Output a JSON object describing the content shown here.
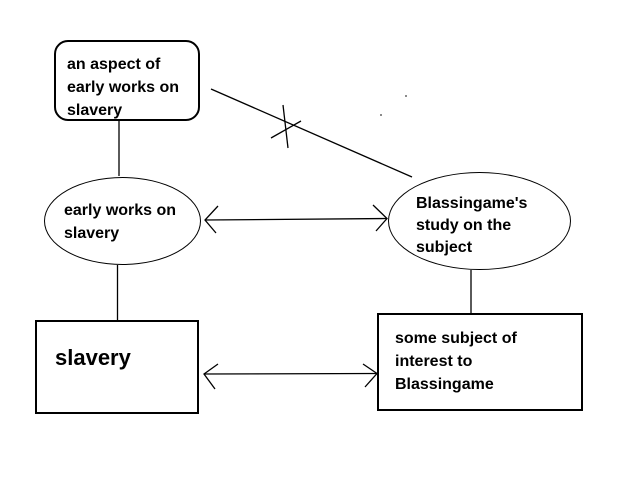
{
  "diagram": {
    "background": "#ffffff",
    "stroke_color": "#000000",
    "nodes": {
      "aspect": {
        "shape": "rounded-rectangle",
        "lines": [
          "an aspect of",
          "early works on",
          "slavery"
        ]
      },
      "early_works": {
        "shape": "ellipse",
        "lines": [
          "early works on",
          "slavery"
        ]
      },
      "blassingame_study": {
        "shape": "ellipse",
        "lines": [
          "Blassingame's",
          "study on the",
          "subject"
        ]
      },
      "slavery": {
        "shape": "rectangle",
        "lines": [
          "slavery"
        ]
      },
      "subject_interest": {
        "shape": "rectangle",
        "lines": [
          "some subject of",
          "interest to",
          "Blassingame"
        ]
      }
    },
    "edges": [
      {
        "from": "aspect",
        "to": "early_works",
        "type": "line"
      },
      {
        "from": "aspect",
        "to": "blassingame_study",
        "type": "line-crossed-out"
      },
      {
        "from": "early_works",
        "to": "blassingame_study",
        "type": "double-arrow"
      },
      {
        "from": "early_works",
        "to": "slavery",
        "type": "line"
      },
      {
        "from": "blassingame_study",
        "to": "subject_interest",
        "type": "line"
      },
      {
        "from": "slavery",
        "to": "subject_interest",
        "type": "double-arrow"
      }
    ]
  }
}
